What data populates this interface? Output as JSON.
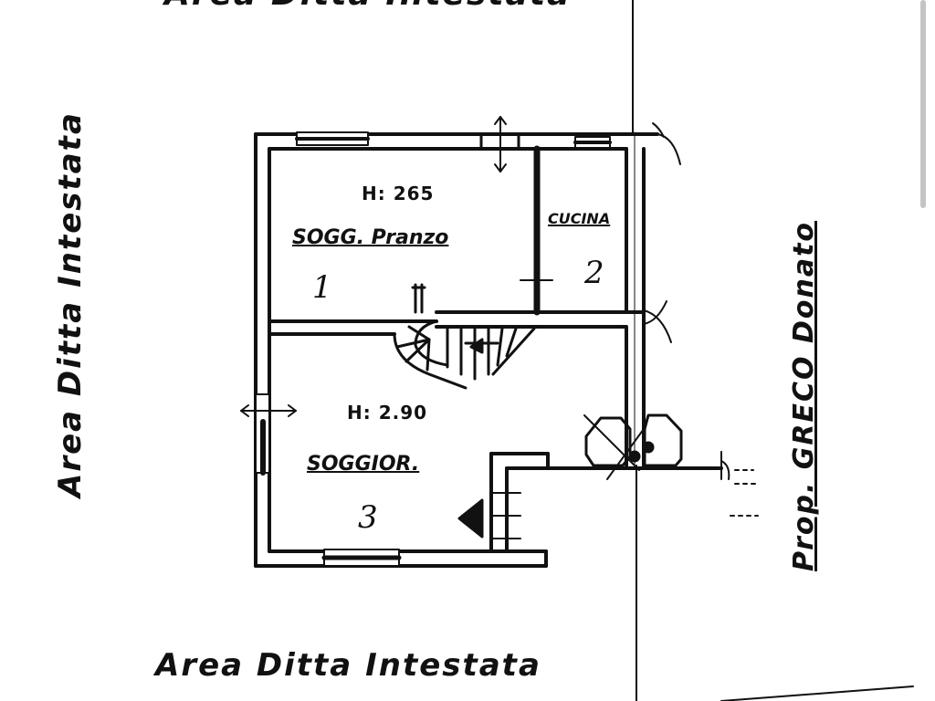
{
  "plan": {
    "top_cut_label": "Area Ditta Intestata",
    "left_label": "Area Ditta Intestata",
    "bottom_label": "Area Ditta Intestata",
    "right_label": "Prop. GRECO Donato",
    "rooms": [
      {
        "name": "SOGG. Pranzo",
        "height_label": "H: 265",
        "number": "1"
      },
      {
        "name": "CUCINA",
        "number": "2"
      },
      {
        "name": "SOGGIOR.",
        "height_label": "H: 2.90",
        "number": "3"
      }
    ]
  },
  "colors": {
    "ink": "#111111",
    "paper": "#ffffff",
    "scrollbar": "#c4c4c4"
  }
}
